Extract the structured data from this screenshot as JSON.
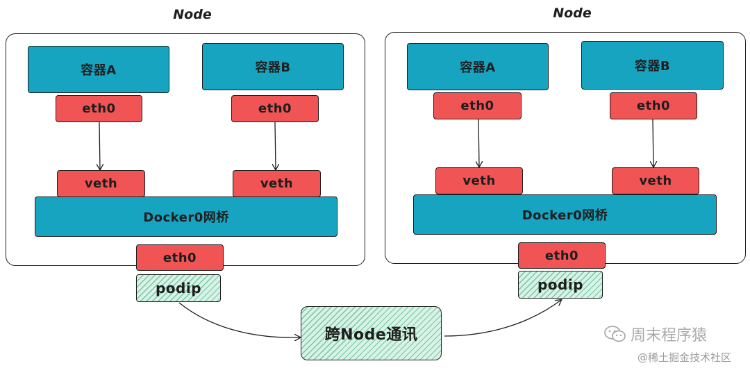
{
  "nodes": [
    {
      "title": "Node",
      "container_a": "容器A",
      "container_b": "容器B",
      "eth_a": "eth0",
      "eth_b": "eth0",
      "veth_a": "veth",
      "veth_b": "veth",
      "bridge": "Docker0网桥",
      "eth_out": "eth0",
      "podip": "podip"
    },
    {
      "title": "Node",
      "container_a": "容器A",
      "container_b": "容器B",
      "eth_a": "eth0",
      "eth_b": "eth0",
      "veth_a": "veth",
      "veth_b": "veth",
      "bridge": "Docker0网桥",
      "eth_out": "eth0",
      "podip": "podip"
    }
  ],
  "cross_node": "跨Node通讯",
  "watermark": {
    "brand": "周末程序猿",
    "site": "@稀土掘金技术社区",
    "icon": "wechat-icon"
  },
  "colors": {
    "container": "#16a4c1",
    "interface": "#f05454",
    "podip": "#d8f3e6",
    "stroke": "#1e1e1e"
  }
}
